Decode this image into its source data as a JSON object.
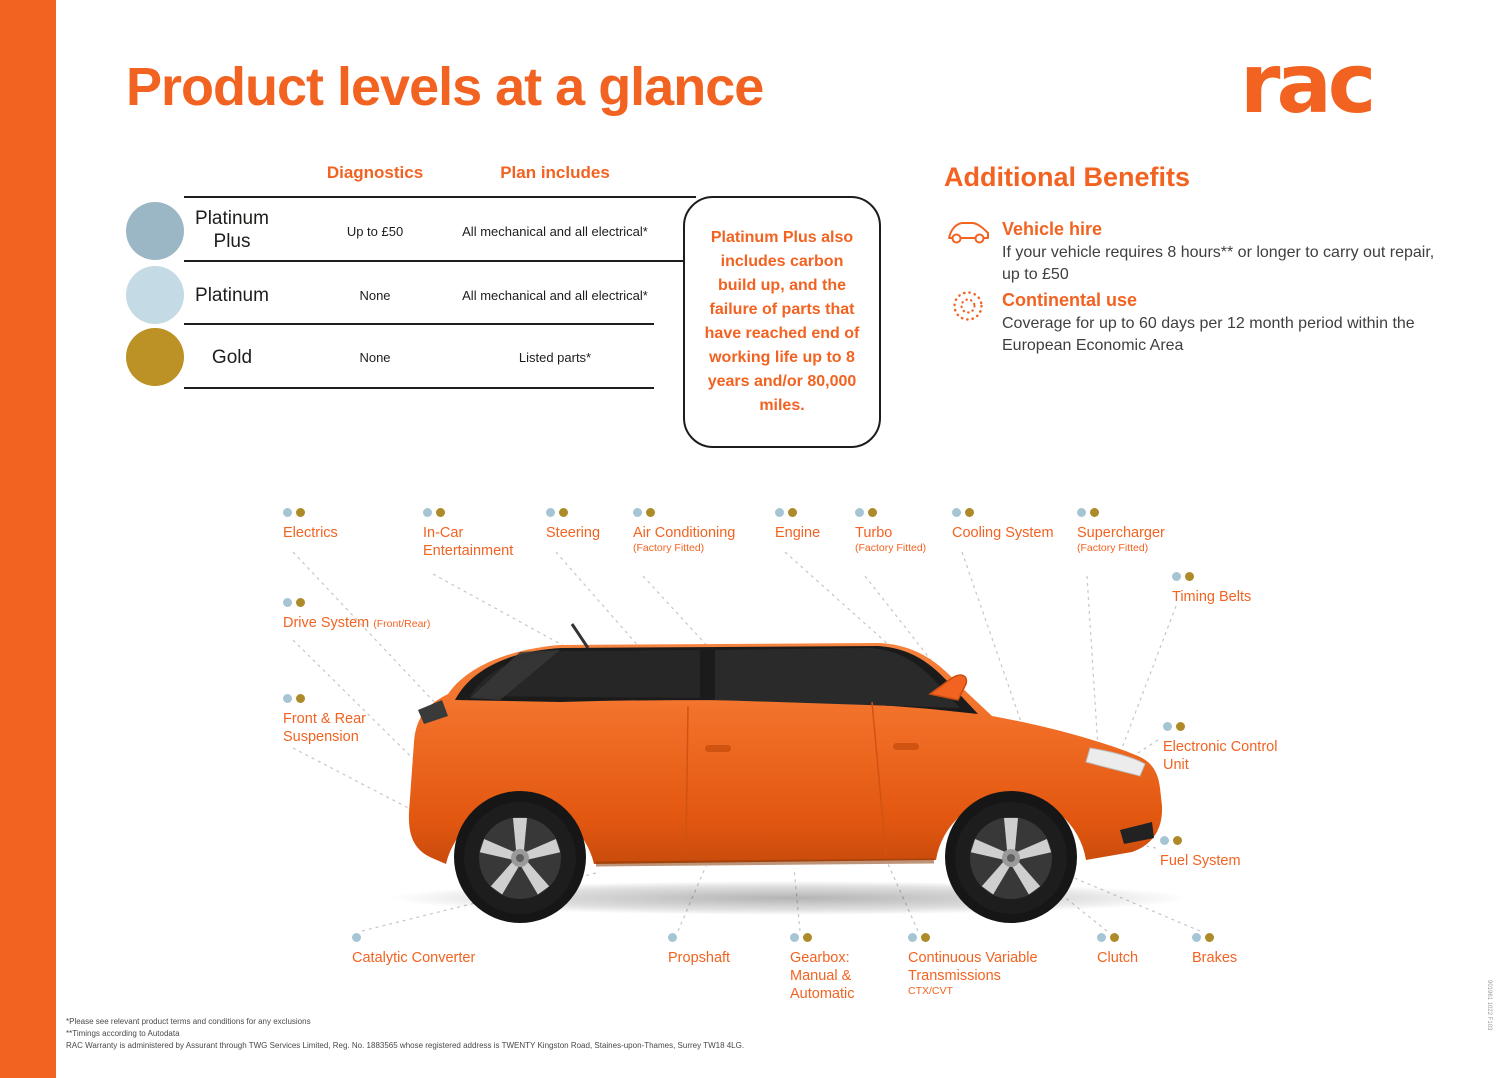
{
  "page": {
    "title": "Product levels at a glance",
    "brand": "rac",
    "side_code": "901961 1022 F103"
  },
  "colors": {
    "brand_orange": "#F26322",
    "platinum_plus_swatch": "#9BB6C4",
    "platinum_swatch": "#C4DAE4",
    "gold_swatch": "#BC9227",
    "dot_platinum": "#A6C5D4",
    "dot_gold": "#AD8B28"
  },
  "table": {
    "headers": [
      "Diagnostics",
      "Plan includes"
    ],
    "rows": [
      {
        "name": "Platinum Plus",
        "diagnostics": "Up to £50",
        "plan": "All mechanical and all electrical*"
      },
      {
        "name": "Platinum",
        "diagnostics": "None",
        "plan": "All mechanical and all electrical*"
      },
      {
        "name": "Gold",
        "diagnostics": "None",
        "plan": "Listed parts*"
      }
    ],
    "callout": "Platinum Plus also includes carbon build up, and the failure of parts that have reached end of working life up to 8 years and/or 80,000 miles."
  },
  "benefits": {
    "title": "Additional Benefits",
    "items": [
      {
        "title": "Vehicle hire",
        "text": "If your vehicle requires 8 hours** or longer to carry out repair, up to £50"
      },
      {
        "title": "Continental use",
        "text": "Coverage for up to 60 days per 12 month period within the European Economic Area"
      }
    ]
  },
  "diagram": {
    "labels": [
      {
        "text": "Electrics",
        "dots": [
          "platinum",
          "gold"
        ]
      },
      {
        "text": "In-Car Entertainment",
        "dots": [
          "platinum",
          "gold"
        ]
      },
      {
        "text": "Steering",
        "dots": [
          "platinum",
          "gold"
        ]
      },
      {
        "text": "Air Conditioning",
        "sub": "(Factory Fitted)",
        "dots": [
          "platinum",
          "gold"
        ]
      },
      {
        "text": "Engine",
        "dots": [
          "platinum",
          "gold"
        ]
      },
      {
        "text": "Turbo",
        "sub": "(Factory Fitted)",
        "dots": [
          "platinum",
          "gold"
        ]
      },
      {
        "text": "Cooling System",
        "dots": [
          "platinum",
          "gold"
        ]
      },
      {
        "text": "Supercharger",
        "sub": "(Factory Fitted)",
        "dots": [
          "platinum",
          "gold"
        ]
      },
      {
        "text": "Timing Belts",
        "dots": [
          "platinum",
          "gold"
        ]
      },
      {
        "text": "Drive System",
        "sub": "(Front/Rear)",
        "dots": [
          "platinum",
          "gold"
        ]
      },
      {
        "text": "Front & Rear Suspension",
        "dots": [
          "platinum",
          "gold"
        ]
      },
      {
        "text": "Electronic Control Unit",
        "dots": [
          "platinum",
          "gold"
        ]
      },
      {
        "text": "Fuel System",
        "dots": [
          "platinum",
          "gold"
        ]
      },
      {
        "text": "Catalytic Converter",
        "dots": [
          "platinum"
        ]
      },
      {
        "text": "Propshaft",
        "dots": [
          "platinum"
        ]
      },
      {
        "text": "Gearbox: Manual & Automatic",
        "dots": [
          "platinum",
          "gold"
        ]
      },
      {
        "text": "Continuous Variable Transmissions",
        "sub": "CTX/CVT",
        "dots": [
          "platinum",
          "gold"
        ]
      },
      {
        "text": "Clutch",
        "dots": [
          "platinum",
          "gold"
        ]
      },
      {
        "text": "Brakes",
        "dots": [
          "platinum",
          "gold"
        ]
      }
    ]
  },
  "footer": {
    "lines": [
      "*Please see relevant product terms and conditions for any exclusions",
      "**Timings according to Autodata",
      "RAC Warranty is administered by Assurant through TWG Services Limited, Reg. No. 1883565  whose registered address is TWENTY Kingston Road, Staines-upon-Thames, Surrey TW18 4LG."
    ]
  }
}
